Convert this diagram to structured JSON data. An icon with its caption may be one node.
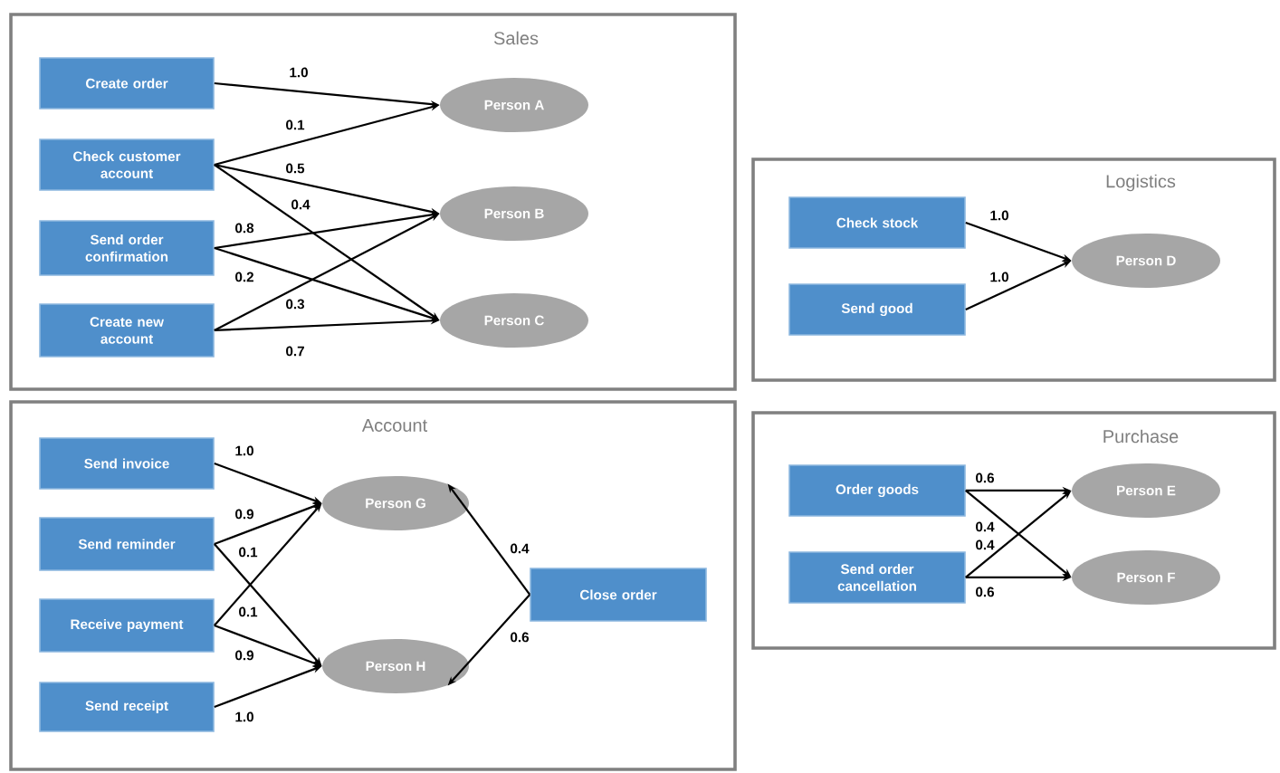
{
  "diagram": {
    "nodes": [
      {
        "text": [
          "Sales"
        ]
      },
      {
        "text": [
          "Create order"
        ],
        "in": 0
      },
      {
        "text": [
          "Check customer account"
        ],
        "in": 0
      },
      {
        "text": [
          "Send order confirmation"
        ],
        "in": 0
      },
      {
        "text": [
          "Create new account"
        ],
        "in": 0
      },
      {
        "text": [
          "Person A"
        ],
        "in": 0
      },
      {
        "text": [
          "Person B"
        ],
        "in": 0
      },
      {
        "text": [
          "Person C"
        ],
        "in": 0
      },
      {
        "text": [
          "Logistics"
        ]
      },
      {
        "text": [
          "Check stock"
        ],
        "in": 8
      },
      {
        "text": [
          "Send good"
        ],
        "in": 8
      },
      {
        "text": [
          "Person D"
        ],
        "in": 8
      },
      {
        "text": [
          "Account"
        ]
      },
      {
        "text": [
          "Send invoice"
        ],
        "in": 12
      },
      {
        "text": [
          "Send reminder"
        ],
        "in": 12
      },
      {
        "text": [
          "Receive payment"
        ],
        "in": 12
      },
      {
        "text": [
          "Send receipt"
        ],
        "in": 12
      },
      {
        "text": [
          "Person G"
        ],
        "in": 12
      },
      {
        "text": [
          "Person H"
        ],
        "in": 12
      },
      {
        "text": [
          "Close order"
        ],
        "in": 12
      },
      {
        "text": [
          "Purchase"
        ]
      },
      {
        "text": [
          "Order goods"
        ],
        "in": 20
      },
      {
        "text": [
          "Send order cancellation"
        ],
        "in": 20
      },
      {
        "text": [
          "Person E"
        ],
        "in": 20
      },
      {
        "text": [
          "Person F"
        ],
        "in": 20
      }
    ],
    "edges": [
      {
        "from": 1,
        "to": 5,
        "arrow": "to",
        "label": "1.0"
      },
      {
        "from": 2,
        "to": 5,
        "arrow": "to",
        "label": "0.1"
      },
      {
        "from": 2,
        "to": 6,
        "arrow": "to",
        "label": "0.5"
      },
      {
        "from": 2,
        "to": 7,
        "arrow": "to",
        "label": "0.4"
      },
      {
        "from": 3,
        "to": 6,
        "arrow": "to",
        "label": "0.8"
      },
      {
        "from": 3,
        "to": 7,
        "arrow": "to",
        "label": "0.2"
      },
      {
        "from": 4,
        "to": 6,
        "arrow": "to",
        "label": "0.3"
      },
      {
        "from": 4,
        "to": 7,
        "arrow": "to",
        "label": "0.7"
      },
      {
        "from": 9,
        "to": 11,
        "arrow": "to",
        "label": "1.0"
      },
      {
        "from": 10,
        "to": 11,
        "arrow": "to",
        "label": "1.0"
      },
      {
        "from": 13,
        "to": 17,
        "arrow": "to",
        "label": "1.0"
      },
      {
        "from": 14,
        "to": 17,
        "arrow": "to",
        "label": "0.9"
      },
      {
        "from": 14,
        "to": 18,
        "arrow": "to",
        "label": "0.1"
      },
      {
        "from": 15,
        "to": 17,
        "arrow": "to",
        "label": "0.1"
      },
      {
        "from": 15,
        "to": 18,
        "arrow": "to",
        "label": "0.9"
      },
      {
        "from": 16,
        "to": 18,
        "arrow": "to",
        "label": "1.0"
      },
      {
        "from": 19,
        "to": 17,
        "arrow": "to",
        "label": "0.4"
      },
      {
        "from": 19,
        "to": 18,
        "arrow": "to",
        "label": "0.6"
      },
      {
        "from": 21,
        "to": 23,
        "arrow": "to",
        "label": "0.6"
      },
      {
        "from": 21,
        "to": 24,
        "arrow": "to",
        "label": "0.4"
      },
      {
        "from": 22,
        "to": 23,
        "arrow": "to",
        "label": "0.4"
      },
      {
        "from": 22,
        "to": 24,
        "arrow": "to",
        "label": "0.6"
      }
    ]
  }
}
